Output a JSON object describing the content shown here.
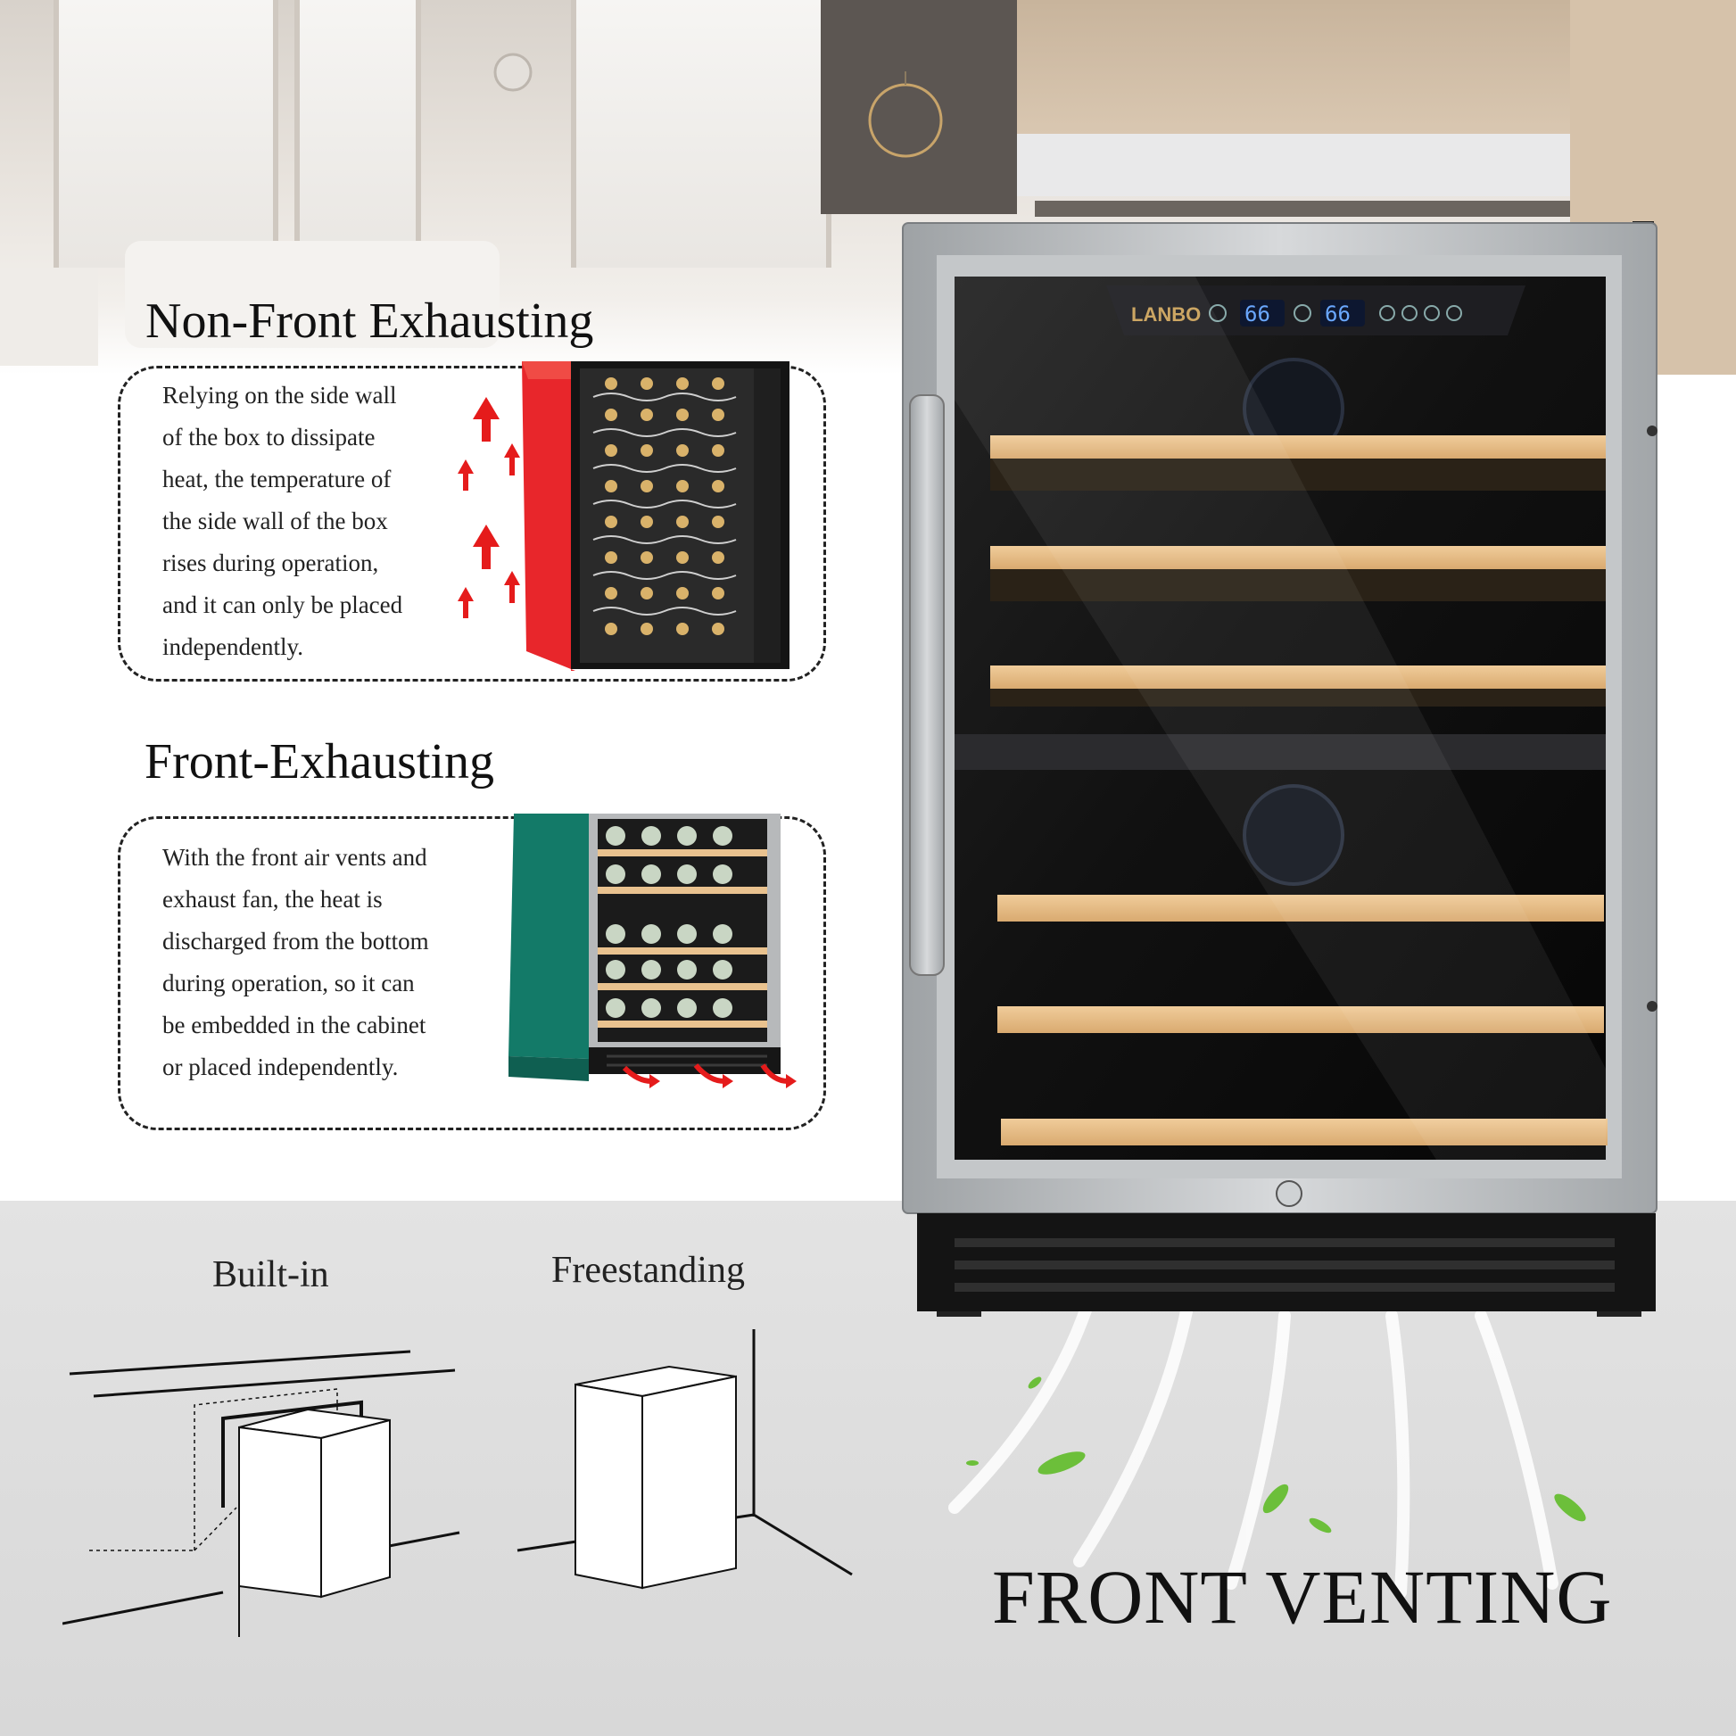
{
  "sections": {
    "non_front": {
      "heading": "Non-Front Exhausting",
      "lines": [
        "Relying on the side wall",
        "of the box to dissipate",
        "heat, the temperature of",
        "the side wall of the box",
        "rises during operation,",
        "and it can only be placed",
        "independently."
      ]
    },
    "front": {
      "heading": "Front-Exhausting",
      "lines": [
        "With the front air vents and",
        "exhaust fan, the heat is",
        "discharged from the bottom",
        "during operation, so it can",
        "be embedded in the cabinet",
        "or placed independently."
      ]
    }
  },
  "installation": {
    "built_in": "Built-in",
    "freestanding": "Freestanding"
  },
  "banner": "FRONT VENTING",
  "fridge": {
    "brand": "LANBO",
    "display_left": "66",
    "display_right": "66"
  },
  "colors": {
    "red_cabinet": "#e8262b",
    "green_cabinet": "#137a68",
    "wood": "#e9c28f",
    "arrow_red": "#e51b1b",
    "steel": "#b9bcbf",
    "display_blue": "#6aa8ff"
  }
}
